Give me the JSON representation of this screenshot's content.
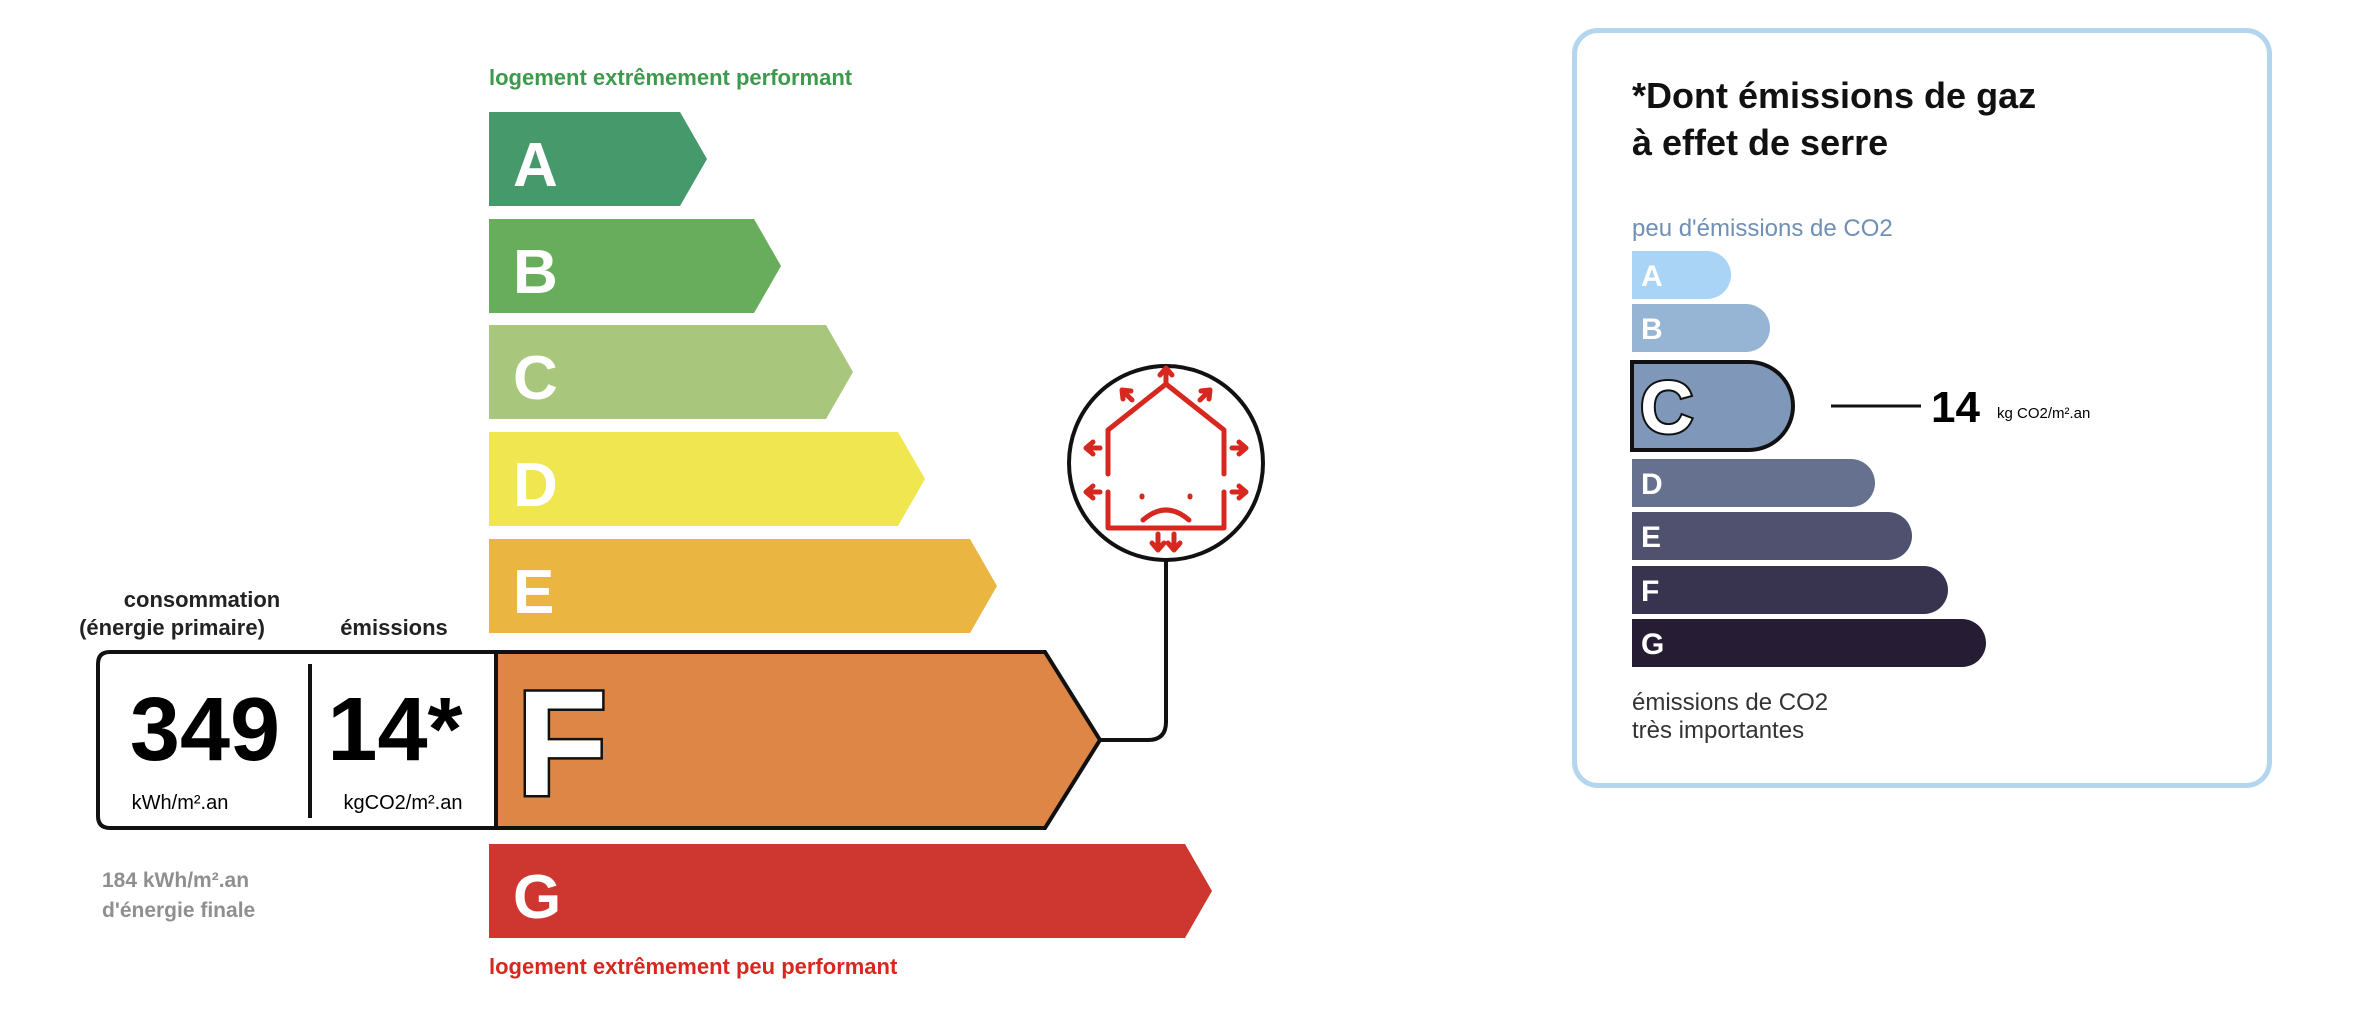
{
  "dpe": {
    "top_caption": "logement extrêmement performant",
    "bottom_caption": "logement extrêmement peu performant",
    "consumption_label_line1": "consommation",
    "consumption_label_line2": "(énergie primaire)",
    "emissions_label": "émissions",
    "consumption_value": "349",
    "consumption_unit": "kWh/m².an",
    "emissions_value": "14*",
    "emissions_unit": "kgCO2/m².an",
    "final_energy_line1": "184 kWh/m².an",
    "final_energy_line2": "d'énergie finale",
    "current_class": "F",
    "classes": [
      {
        "letter": "A",
        "color": "#45996b"
      },
      {
        "letter": "B",
        "color": "#67ad5b"
      },
      {
        "letter": "C",
        "color": "#a9c77c"
      },
      {
        "letter": "D",
        "color": "#f0e650"
      },
      {
        "letter": "E",
        "color": "#eab540"
      },
      {
        "letter": "F",
        "color": "#dd8645"
      },
      {
        "letter": "G",
        "color": "#cd3730"
      }
    ],
    "icon": "house-thermal-loss-sad-face-icon",
    "icon_color": "#d7281f"
  },
  "ges": {
    "title_line1": "*Dont émissions de gaz",
    "title_line2": "à effet de serre",
    "top_label": "peu d'émissions de CO2",
    "bottom_label_line1": "émissions de CO2",
    "bottom_label_line2": "très importantes",
    "current_class": "C",
    "value": "14",
    "unit": "kg CO2/m².an",
    "border_color": "#b3d6ee",
    "classes": [
      {
        "letter": "A",
        "color": "#a9d4f5"
      },
      {
        "letter": "B",
        "color": "#96b4d3"
      },
      {
        "letter": "C",
        "color": "#7f97b9"
      },
      {
        "letter": "D",
        "color": "#66708f"
      },
      {
        "letter": "E",
        "color": "#4f516f"
      },
      {
        "letter": "F",
        "color": "#38344f"
      },
      {
        "letter": "G",
        "color": "#261c33"
      }
    ]
  }
}
